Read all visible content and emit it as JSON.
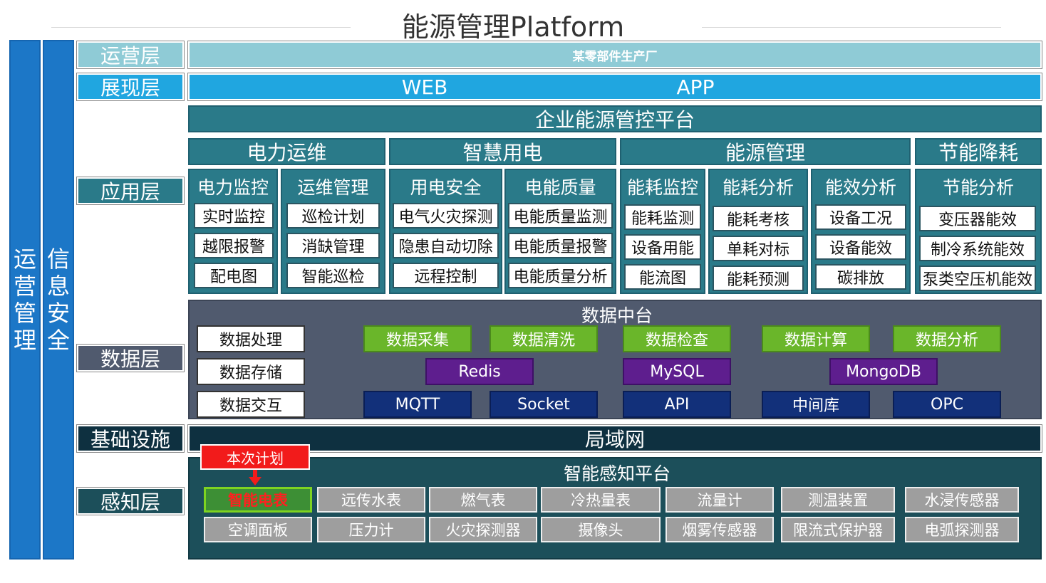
{
  "title": "能源管理Platform",
  "side": {
    "ops_mgmt": [
      "运",
      "营",
      "管",
      "理"
    ],
    "info_sec": [
      "信",
      "息",
      "安",
      "全"
    ]
  },
  "layers": {
    "ops": "运营层",
    "presentation": "展现层",
    "application": "应用层",
    "data": "数据层",
    "infrastructure": "基础设施",
    "perception": "感知层"
  },
  "ops_bar": "某零部件生产厂",
  "presentation_bar": {
    "web": "WEB",
    "app": "APP"
  },
  "platform_bar": "企业能源管控平台",
  "categories": [
    {
      "name": "电力运维",
      "subs": [
        {
          "name": "电力监控",
          "items": [
            "实时监控",
            "越限报警",
            "配电图"
          ]
        },
        {
          "name": "运维管理",
          "items": [
            "巡检计划",
            "消缺管理",
            "智能巡检"
          ]
        }
      ]
    },
    {
      "name": "智慧用电",
      "subs": [
        {
          "name": "用电安全",
          "items": [
            "电气火灾探测",
            "隐患自动切除",
            "远程控制"
          ]
        },
        {
          "name": "电能质量",
          "items": [
            "电能质量监测",
            "电能质量报警",
            "电能质量分析"
          ]
        }
      ]
    },
    {
      "name": "能源管理",
      "subs": [
        {
          "name": "能耗监控",
          "items": [
            "能耗监测",
            "设备用能",
            "能流图"
          ]
        },
        {
          "name": "能耗分析",
          "items": [
            "能耗考核",
            "单耗对标",
            "能耗预测"
          ]
        },
        {
          "name": "能效分析",
          "items": [
            "设备工况",
            "设备能效",
            "碳排放"
          ]
        }
      ]
    },
    {
      "name": "节能降耗",
      "subs": [
        {
          "name": "节能分析",
          "items": [
            "变压器能效",
            "制冷系统能效",
            "泵类空压机能效"
          ]
        }
      ]
    }
  ],
  "data_center": {
    "title": "数据中台",
    "left": [
      "数据处理",
      "数据存储",
      "数据交互"
    ],
    "green": [
      "数据采集",
      "数据清洗",
      "数据检查",
      "数据计算",
      "数据分析"
    ],
    "purple": [
      "Redis",
      "MySQL",
      "MongoDB"
    ],
    "navy": [
      "MQTT",
      "Socket",
      "API",
      "中间库",
      "OPC"
    ]
  },
  "lan": "局域网",
  "perception": {
    "title": "智能感知平台",
    "plan_label": "本次计划",
    "row1": [
      "智能电表",
      "远传水表",
      "燃气表",
      "冷热量表",
      "流量计",
      "测温装置",
      "水浸传感器"
    ],
    "row2": [
      "空调面板",
      "压力计",
      "火灾探测器",
      "摄像头",
      "烟雾传感器",
      "限流式保护器",
      "电弧探测器"
    ]
  },
  "colors": {
    "side_blue": "#1c77c7",
    "ops_layer": "#8fcbd6",
    "presentation": "#20a6e0",
    "app_layer_bg": "#2a7a89",
    "data_layer_bg": "#505a6e",
    "infra_bg": "#0e3040",
    "perception_bg": "#1c4f5a",
    "plan_red": "#f21b1b"
  }
}
